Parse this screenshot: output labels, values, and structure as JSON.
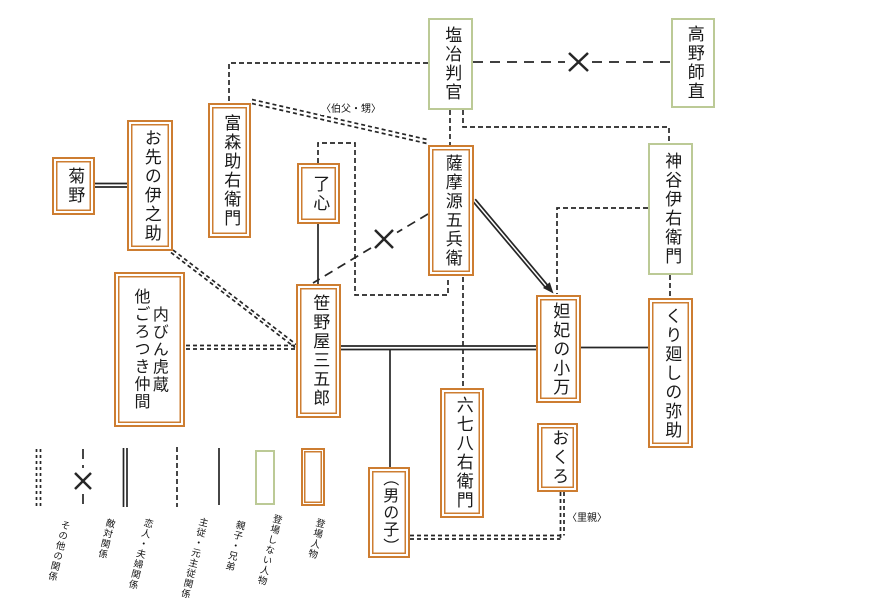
{
  "boxes": {
    "kikuno": {
      "label": "菊野",
      "status": "登場人物"
    },
    "osaki": {
      "label": "お先の伊之助",
      "status": "登場人物"
    },
    "tomimori": {
      "label": "富森助右衛門",
      "status": "登場人物"
    },
    "uchibin": {
      "label": [
        "内びん虎蔵",
        "他ごろつき仲間"
      ],
      "status": "登場人物"
    },
    "ryoshin": {
      "label": "了心",
      "status": "登場人物"
    },
    "sasanoya": {
      "label": "笹野屋三五郎",
      "status": "登場人物"
    },
    "enya": {
      "label": "塩冶判官",
      "status": "登場しない人物"
    },
    "satsuma": {
      "label": "薩摩源五兵衛",
      "status": "登場人物"
    },
    "kono": {
      "label": "高野師直",
      "status": "登場しない人物"
    },
    "kamiya": {
      "label": "神谷伊右衛門",
      "status": "登場しない人物"
    },
    "koman": {
      "label": "妲妃の小万",
      "status": "登場人物"
    },
    "kurimawashi": {
      "label": "くり廻しの弥助",
      "status": "登場人物"
    },
    "rokushichihachi": {
      "label": "六七八右衛門",
      "status": "登場人物"
    },
    "okuro": {
      "label": "おくろ",
      "status": "登場人物"
    },
    "otokonoko": {
      "label": "（男の子）",
      "status": "登場人物"
    }
  },
  "relation_labels": {
    "uncle_nephew": "〈伯父・甥〉",
    "foster_parent": "〈里親〉"
  },
  "legend": {
    "items": [
      {
        "label": "その他の関係",
        "style": "double-dashed-line"
      },
      {
        "label": "敵対関係",
        "style": "dashed-line-with-x"
      },
      {
        "label": "恋人・夫婦関係",
        "style": "double-solid-line"
      },
      {
        "label": "主従・元主従関係",
        "style": "dashed-line"
      },
      {
        "label": "親子・兄弟",
        "style": "solid-line"
      },
      {
        "label": "登場しない人物",
        "style": "green-box"
      },
      {
        "label": "登場人物",
        "style": "orange-box"
      }
    ]
  },
  "relationships": [
    {
      "from": "塩冶判官",
      "to": "高野師直",
      "type": "敵対関係"
    },
    {
      "from": "塩冶判官",
      "to": "富森助右衛門",
      "type": "主従・元主従関係"
    },
    {
      "from": "塩冶判官",
      "to": "薩摩源五兵衛",
      "type": "主従・元主従関係"
    },
    {
      "from": "塩冶判官",
      "to": "神谷伊右衛門",
      "type": "主従・元主従関係"
    },
    {
      "from": "富森助右衛門",
      "to": "薩摩源五兵衛",
      "type": "その他の関係",
      "note": "〈伯父・甥〉"
    },
    {
      "from": "了心",
      "to": "薩摩源五兵衛",
      "type": "主従・元主従関係"
    },
    {
      "from": "了心",
      "to": "笹野屋三五郎",
      "type": "親子・兄弟"
    },
    {
      "from": "薩摩源五兵衛",
      "to": "笹野屋三五郎",
      "type": "敵対関係"
    },
    {
      "from": "菊野",
      "to": "お先の伊之助",
      "type": "恋人・夫婦関係"
    },
    {
      "from": "お先の伊之助",
      "to": "笹野屋三五郎",
      "type": "その他の関係"
    },
    {
      "from": "内びん虎蔵 他ごろつき仲間",
      "to": "笹野屋三五郎",
      "type": "その他の関係"
    },
    {
      "from": "薩摩源五兵衛",
      "to": "妲妃の小万",
      "type": "恋人・夫婦関係"
    },
    {
      "from": "神谷伊右衛門",
      "to": "妲妃の小万",
      "type": "主従・元主従関係"
    },
    {
      "from": "薩摩源五兵衛",
      "to": "六七八右衛門",
      "type": "主従・元主従関係"
    },
    {
      "from": "笹野屋三五郎",
      "to": "妲妃の小万",
      "type": "恋人・夫婦関係"
    },
    {
      "from": "笹野屋三五郎",
      "to": "（男の子）",
      "type": "親子・兄弟"
    },
    {
      "from": "妲妃の小万",
      "to": "くり廻しの弥助",
      "type": "親子・兄弟"
    },
    {
      "from": "神谷伊右衛門",
      "to": "くり廻しの弥助",
      "type": "主従・元主従関係"
    },
    {
      "from": "おくろ",
      "to": "（男の子）",
      "type": "その他の関係",
      "note": "〈里親〉"
    }
  ],
  "colors": {
    "appear_border": "#cd7d31",
    "absent_border": "#bcca96",
    "line": "#262626"
  }
}
